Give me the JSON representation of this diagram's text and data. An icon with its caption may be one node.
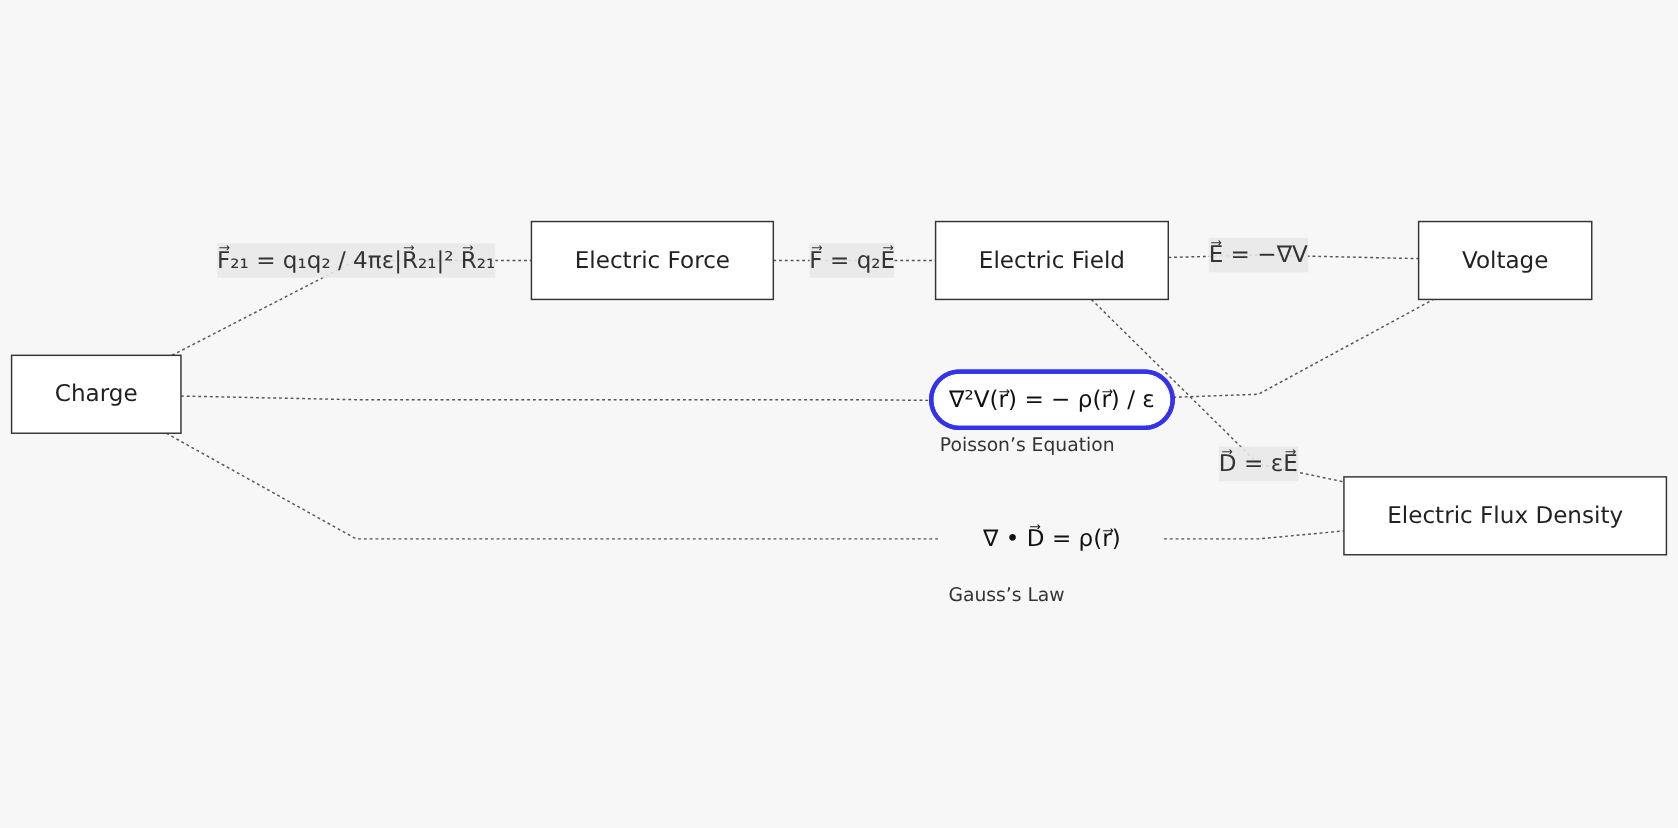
{
  "diagram": {
    "nodes": [
      {
        "text": [
          "Charge"
        ]
      },
      {
        "text": [
          "Electric Force"
        ]
      },
      {
        "text": [
          "Electric Field"
        ]
      },
      {
        "text": [
          "Voltage"
        ]
      },
      {
        "text": [
          "Electric Flux Density"
        ]
      },
      {
        "text": [
          "∇ • D⃗ = ρ(r⃗)"
        ],
        "beside": [
          "Gauss’s Law"
        ]
      },
      {
        "text": [
          "∇²V(r⃗) = − ρ(r⃗) / ε"
        ],
        "beside": [
          "Poisson’s Equation"
        ]
      }
    ],
    "edges": [
      {
        "from": 0,
        "to": 1,
        "arrow": "none",
        "style": "dashed",
        "label": "F⃗₂₁ = q₁q₂ / 4πε|R⃗₂₁|² R⃗₂₁"
      },
      {
        "from": 1,
        "to": 2,
        "arrow": "none",
        "style": "dashed",
        "label": "F⃗ = q₂E⃗"
      },
      {
        "from": 2,
        "to": 3,
        "arrow": "none",
        "style": "dashed",
        "label": "E⃗ = −∇V"
      },
      {
        "from": 2,
        "to": 4,
        "arrow": "none",
        "style": "dashed",
        "label": "D⃗ = εE⃗"
      },
      {
        "from": 0,
        "to": 5,
        "arrow": "none",
        "style": "dashed"
      },
      {
        "from": 5,
        "to": 4,
        "arrow": "none",
        "style": "dashed"
      },
      {
        "from": 0,
        "to": 6,
        "arrow": "none",
        "style": "dashed"
      },
      {
        "from": 6,
        "to": 3,
        "arrow": "none",
        "style": "dashed"
      }
    ]
  }
}
